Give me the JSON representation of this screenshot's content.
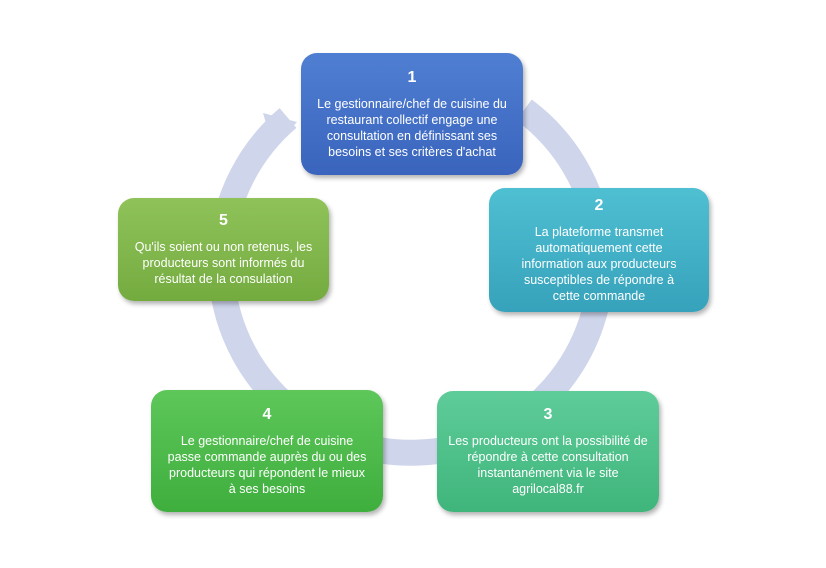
{
  "ring_color": "#cfd6ec",
  "steps": [
    {
      "number": "1",
      "text": "Le gestionnaire/chef de cuisine du restaurant collectif engage une consultation en définissant ses besoins et ses critères d'achat",
      "color": "#3f6cc6"
    },
    {
      "number": "2",
      "text": "La plateforme transmet automatiquement cette information aux producteurs susceptibles de répondre à cette commande",
      "color": "#3aabc4"
    },
    {
      "number": "3",
      "text": "Les producteurs ont la possibilité de répondre à cette consultation instantanément via le site agrilocal88.fr",
      "color": "#46bd84"
    },
    {
      "number": "4",
      "text": "Le gestionnaire/chef de cuisine passe commande auprès du ou des producteurs qui répondent le mieux à ses besoins",
      "color": "#46b645"
    },
    {
      "number": "5",
      "text": "Qu'ils soient ou non retenus, les producteurs sont informés du résultat de la consulation",
      "color": "#7fb64a"
    }
  ]
}
